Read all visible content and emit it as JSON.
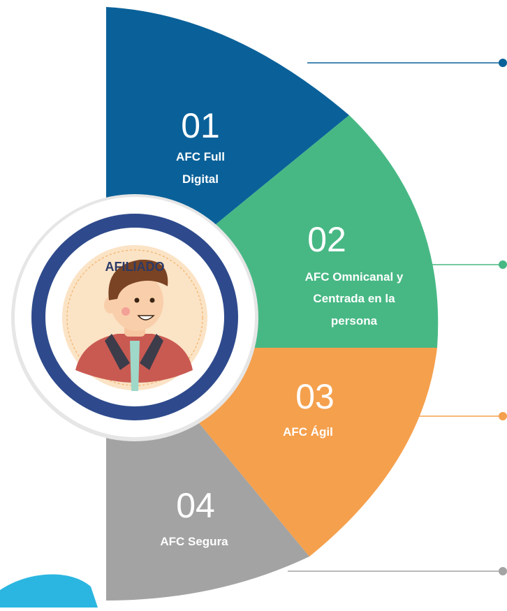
{
  "center": {
    "label": "AFILIADO"
  },
  "segments": [
    {
      "number": "01",
      "title_lines": [
        "AFC Full",
        "Digital"
      ],
      "color": "#0a6199"
    },
    {
      "number": "02",
      "title_lines": [
        "AFC Omnicanal y",
        "Centrada en la",
        "persona"
      ],
      "color": "#47b884"
    },
    {
      "number": "03",
      "title_lines": [
        "AFC Ágil"
      ],
      "color": "#f5a04d"
    },
    {
      "number": "04",
      "title_lines": [
        "AFC Segura"
      ],
      "color": "#a3a3a3"
    }
  ],
  "colors": {
    "ring_outer": "#2e4a8c",
    "ring_inner": "#ffffff",
    "avatar_bg": "#fbe3c5",
    "corner_accent": "#2ab6e0"
  }
}
